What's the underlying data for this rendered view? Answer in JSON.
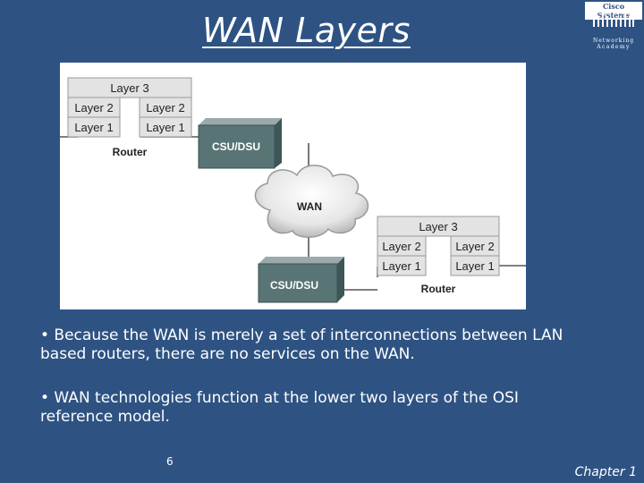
{
  "slide": {
    "title": "WAN Layers",
    "logo": {
      "line1": "Cisco Systems",
      "line2": "Networking",
      "line3": "Academy"
    },
    "bullets": [
      "• Because the WAN is merely a set of interconnections between LAN based routers, there are no services on the WAN.",
      "• WAN technologies function at the lower two layers of the OSI reference model."
    ],
    "page_number": "6",
    "chapter": "Chapter 1"
  },
  "diagram": {
    "router_left": {
      "layer3": "Layer 3",
      "layer2a": "Layer 2",
      "layer2b": "Layer 2",
      "layer1a": "Layer 1",
      "layer1b": "Layer 1",
      "label": "Router"
    },
    "csu_top": "CSU/DSU",
    "cloud": "WAN",
    "csu_bottom": "CSU/DSU",
    "router_right": {
      "layer3": "Layer 3",
      "layer2a": "Layer 2",
      "layer2b": "Layer 2",
      "layer1a": "Layer 1",
      "layer1b": "Layer 1",
      "label": "Router"
    }
  }
}
